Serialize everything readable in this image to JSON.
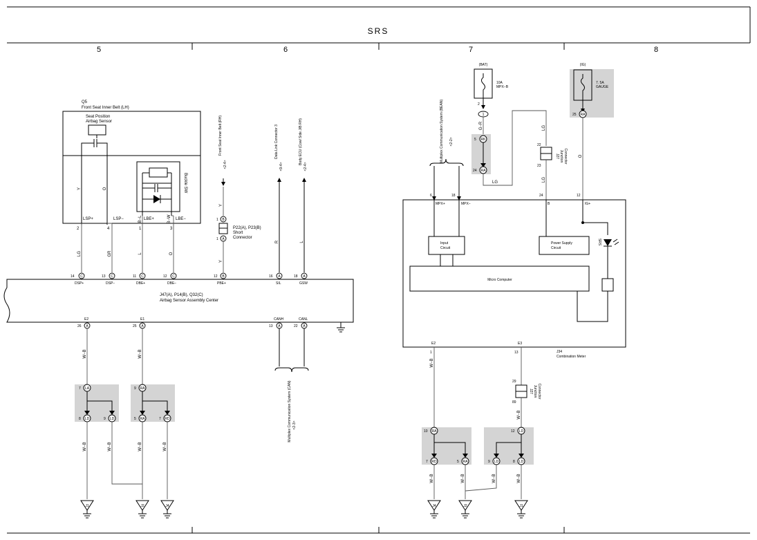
{
  "title": "SRS",
  "columns": [
    "5",
    "6",
    "7",
    "8"
  ],
  "sensor": {
    "code": "Q5",
    "name": "Front Seat Inner Belt (LH)",
    "sub1": "Seat Position",
    "sub2": "Airbag Sensor",
    "buckle": "Buckle SW",
    "pins": [
      {
        "num": "2",
        "name": "LSP+",
        "wire": "Y",
        "wire2": "LG"
      },
      {
        "num": "4",
        "name": "LSP−",
        "wire": "O",
        "wire2": "GR"
      },
      {
        "num": "1",
        "name": "LBE+",
        "wire": "B−L",
        "wire2": "L"
      },
      {
        "num": "3",
        "name": "LBE−",
        "wire": "B−W",
        "wire2": "O"
      }
    ]
  },
  "ref": {
    "inner_belt_rh": "Front Seat Inner Belt (RH)",
    "inner_belt_rh_page": "<2-4>",
    "dlc3": "Data Link Connector 3",
    "dlc3_page": "<9-4>",
    "body_ecu": "Body ECU (Cowl Side J/B RH)",
    "body_ecu_page": "<2-4>",
    "mpx_bean": "Multiplex Communication System (BEAN)",
    "mpx_bean_page": "<2-2>",
    "mpx_can": "Multiplex Communication System (CAN)",
    "mpx_can_page": "<2-3>"
  },
  "short_conn": {
    "line1": "P22(A), P23(B)",
    "line2": "Short",
    "line3": "Connector",
    "pin_top": "1",
    "pin_top_letter": "B",
    "pin_bot": "1",
    "pin_bot_letter": "A",
    "wire_top": "Y",
    "wire_bot": "Y"
  },
  "ecu": {
    "line1": "J47(A), P14(B), Q32(C)",
    "line2": "Airbag Sensor Assembly Center",
    "pins_top": [
      {
        "num": "14",
        "letter": "C",
        "name": "DSP+"
      },
      {
        "num": "13",
        "letter": "C",
        "name": "DSP−"
      },
      {
        "num": "11",
        "letter": "C",
        "name": "DBE+"
      },
      {
        "num": "12",
        "letter": "C",
        "name": "DBE−"
      },
      {
        "num": "12",
        "letter": "B",
        "name": "PBE+"
      },
      {
        "num": "16",
        "letter": "A",
        "name": "SIL",
        "wire": "R"
      },
      {
        "num": "18",
        "letter": "A",
        "name": "GSW",
        "wire": "L"
      }
    ],
    "pins_bottom": [
      {
        "num": "26",
        "letter": "A",
        "name": "E2"
      },
      {
        "num": "25",
        "letter": "A",
        "name": "E1"
      },
      {
        "num": "13",
        "letter": "A",
        "name": "CANH"
      },
      {
        "num": "22",
        "letter": "A",
        "name": "CANL"
      }
    ]
  },
  "jb_left": {
    "a_top": {
      "num": "7",
      "code": "LA"
    },
    "a_bl": {
      "num": "8",
      "code": "LD"
    },
    "a_br": {
      "num": "9",
      "code": "LD"
    },
    "b_top": {
      "num": "9",
      "code": "RA"
    },
    "b_bl": {
      "num": "5",
      "code": "RA"
    },
    "b_br": {
      "num": "7",
      "code": "RD"
    }
  },
  "grounds": [
    "J1",
    "J2",
    "J4",
    "J4",
    "J2",
    "J1"
  ],
  "wire_wb": "W−B",
  "fuse_bat": {
    "source": "(BAT)",
    "rating": "10A",
    "name": "MPX−B",
    "pin": "2",
    "conn": "1",
    "wire": "G−R"
  },
  "fuse_ig": {
    "source": "(IG)",
    "rating": "7. 5A",
    "name": "GAUGE",
    "pin": "25",
    "code": "RA",
    "wire": "O"
  },
  "jb_rk": {
    "num": "5",
    "code": "RK",
    "num2": "24",
    "code2": "RA",
    "wire": "LG"
  },
  "jc_j27_top": {
    "pin_a": "22",
    "pin_b": "23",
    "label1": "J27",
    "label2": "Junction",
    "label3": "Connector",
    "wire_a": "LG",
    "wire_b": "LG"
  },
  "meter": {
    "code": "J34",
    "name": "Combination Meter",
    "pins_top": [
      {
        "num": "6",
        "name": "MPX+"
      },
      {
        "num": "18",
        "name": "MPX−"
      },
      {
        "num": "24",
        "name": "B"
      },
      {
        "num": "12",
        "name": "IG+"
      }
    ],
    "pins_bottom": [
      {
        "num": "1",
        "name": "E2"
      },
      {
        "num": "13",
        "name": "E3"
      }
    ],
    "input_circuit": [
      "Input",
      "Circuit"
    ],
    "power_supply": [
      "Power Supply",
      "Circuit"
    ],
    "micro": "Micro Computer",
    "srs_led": "SRS"
  },
  "jc_j27_bot": {
    "pin_a": "29",
    "pin_b": "89",
    "label1": "J27",
    "label2": "Junction",
    "label3": "Connector"
  },
  "jb_right": {
    "c_top": {
      "num": "10",
      "code": "RA"
    },
    "c_bl": {
      "num": "7",
      "code": "RD"
    },
    "c_br": {
      "num": "5",
      "code": "RA"
    },
    "d_top": {
      "num": "12",
      "code": "LD"
    },
    "d_bl": {
      "num": "9",
      "code": "LD"
    },
    "d_br": {
      "num": "8",
      "code": "LD"
    }
  }
}
